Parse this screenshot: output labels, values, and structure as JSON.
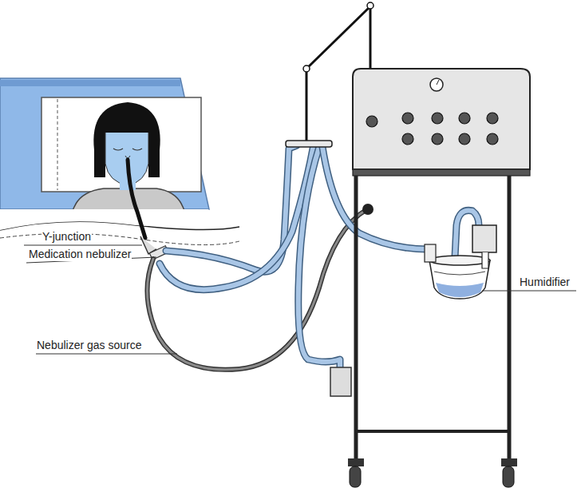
{
  "diagram": {
    "labels": [
      "Y-junction",
      "Medication nebulizer",
      "Nebulizer gas source",
      "Humidifier"
    ]
  }
}
